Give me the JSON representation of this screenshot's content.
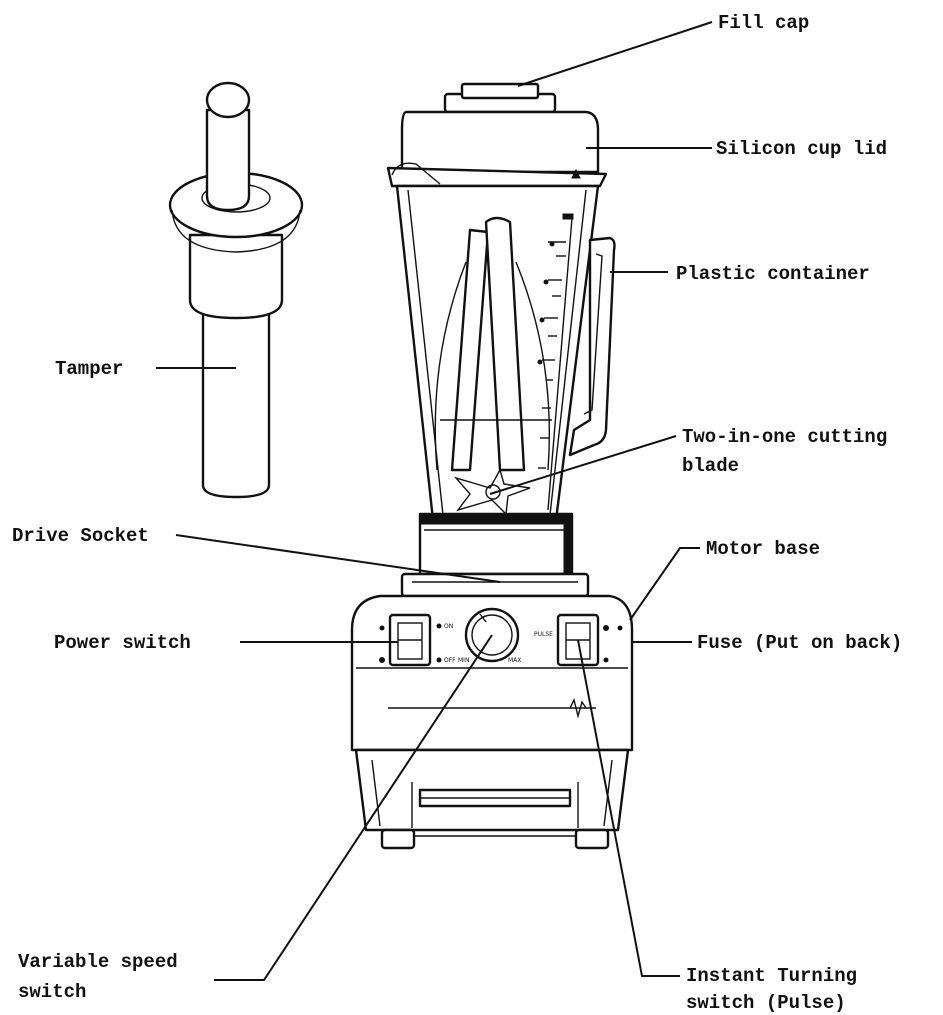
{
  "labels": {
    "fill_cap": "Fill cap",
    "silicon_cup_lid": "Silicon cup lid",
    "plastic_container": "Plastic container",
    "tamper": "Tamper",
    "two_in_one_blade_l1": "Two-in-one cutting",
    "two_in_one_blade_l2": "blade",
    "drive_socket": "Drive Socket",
    "motor_base": "Motor base",
    "power_switch": "Power switch",
    "fuse": "Fuse (Put on back)",
    "variable_speed_l1": "Variable speed",
    "variable_speed_l2": "switch",
    "instant_turning_l1": "Instant Turning",
    "instant_turning_l2": "switch (Pulse)"
  },
  "panel_marks": {
    "on": "ON",
    "off": "OFF",
    "min": "MIN",
    "max": "MAX",
    "pulse": "PULSE"
  }
}
